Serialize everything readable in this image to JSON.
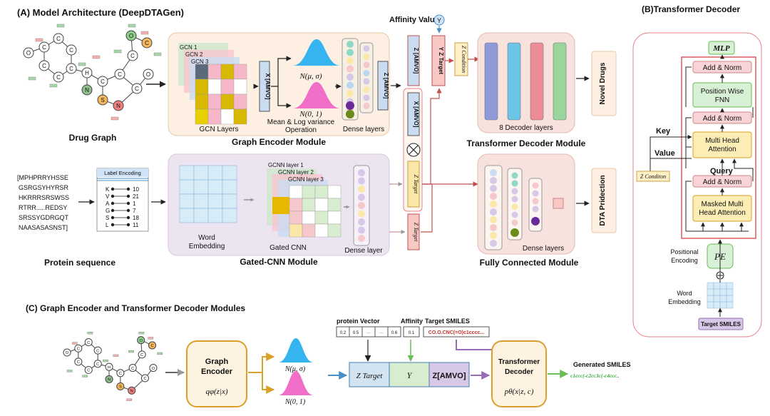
{
  "panel_a": {
    "title": "(A) Model Architecture (DeepDTAGen)",
    "drug_graph_label": "Drug Graph",
    "gcn_labels": [
      "GCN 1",
      "GCN 2",
      "GCN 3"
    ],
    "gcn_layers_label": "GCN  Layers",
    "x_amvo": "X [AMVO]",
    "normal_mu_sigma": "N(μ, σ)",
    "normal_0_1": "N(0, 1)",
    "mean_logvar": "Mean & Log variance",
    "operation": "Operation",
    "dense_layers_label": "Dense layers",
    "z_amvo": "Z [AMVO]",
    "graph_encoder_module": "Graph Encoder Module",
    "affinity_value": "Affinity Value",
    "y_symbol": "Y",
    "z_condition": "Z Condition",
    "z_target": "Z Target",
    "decoder_layers": "8 Decoder layers",
    "transformer_decoder_module": "Transformer Decoder Module",
    "novel_drugs": "Novel Drugs",
    "protein_sequence_lines": [
      "[MPHPRRYHSSE",
      "GSRGSYHYRSR",
      "HKRRRSRSWSS",
      "RTRR.....REDSY",
      "SRSSYGDRGQT",
      "NAASASASNST]"
    ],
    "protein_sequence_label": "Protein sequence",
    "label_encoding_title": "Label Encoding",
    "label_encoding": [
      {
        "letter": "K",
        "value": "10"
      },
      {
        "letter": "V",
        "value": "21"
      },
      {
        "letter": "A",
        "value": "1"
      },
      {
        "letter": "G",
        "value": "7"
      },
      {
        "letter": "S",
        "value": "18"
      },
      {
        "letter": "L",
        "value": "11"
      }
    ],
    "word_embedding": [
      "Word",
      "Embedding"
    ],
    "gcnn_labels": [
      "GCNN layer 1",
      "GCNN layer 2",
      "GCNN layer 3"
    ],
    "gated_cnn_label": "Gated CNN",
    "dense_layer_label": "Dense layer",
    "gated_cnn_module": "Gated-CNN Module",
    "fc_dense_layers": "Dense layers",
    "fully_connected_module": "Fully Connected Module",
    "dta_prediction": "DTA Pridection"
  },
  "panel_b": {
    "title": "(B)Transformer Decoder",
    "mlp": "MLP",
    "add_norm": "Add & Norm",
    "position_wise_fnn": [
      "Position Wise",
      "FNN"
    ],
    "multi_head_attention": [
      "Multi Head",
      "Attention"
    ],
    "masked_multi_head_attention": [
      "Masked Multi",
      "Head Attention"
    ],
    "key": "Key",
    "value": "Value",
    "query": "Query",
    "z_condition": "Z Conditon",
    "pe": "PE",
    "positional_encoding": [
      "Positional",
      "Encoding"
    ],
    "word_embedding": [
      "Word",
      "Embedding"
    ],
    "target_smiles": "Target SMILES"
  },
  "panel_c": {
    "title": "(C) Graph Encoder and Transformer Decoder Modules",
    "graph_encoder": [
      "Graph",
      "Encoder"
    ],
    "q_phi": "qφ(z|x)",
    "normal_mu_sigma": "N(μ, σ)",
    "normal_0_1": "N(0, 1)",
    "protein_vector_label": "protein Vector",
    "protein_vector_cells": [
      "0.2",
      "0.5",
      "···",
      "···",
      "0.6"
    ],
    "affinity_label": "Affinity",
    "affinity_cell": "0.1",
    "target_smiles_label": "Target SMILES",
    "target_smiles_value": "CO.O.CNC(=O)c1cccc...",
    "z_target": "Z Target",
    "y_symbol": "Y",
    "z_amvo": "Z[AMVO]",
    "transformer_decoder": [
      "Transformer",
      "Decoder"
    ],
    "p_theta": "pθ(x|z, c)",
    "generated_smiles_label": "Generated SMILES",
    "generated_smiles_value": "c1ccc(-c2cc3c(-c4ccc.."
  },
  "colors": {
    "gcn_module_bg": "#fdf0e2",
    "gated_module_bg": "#ede4f2",
    "transformer_module_bg": "#f8e2de",
    "fc_module_bg": "#f8e2de",
    "panel_b_border": "#e8848a",
    "decoder_blocks": [
      "#8f9ad8",
      "#6cc4e6",
      "#ec8c94",
      "#9ad59c"
    ],
    "add_norm_bg": "#f8d4d6",
    "ffn_bg": "#d8f1d6",
    "attention_bg": "#fcedb4",
    "z_vertical": "#f8c8c4",
    "amvo_cell": "#d2e4f2",
    "y_cell": "#d8ecd0",
    "amvo_purple": "#d6c8e6",
    "encoder_border": "#d9a128",
    "gauss_blue": "#35b4f0",
    "gauss_pink": "#f06ec8",
    "arrow_purple": "#9b6bb8",
    "arrow_green": "#6bbb58"
  }
}
